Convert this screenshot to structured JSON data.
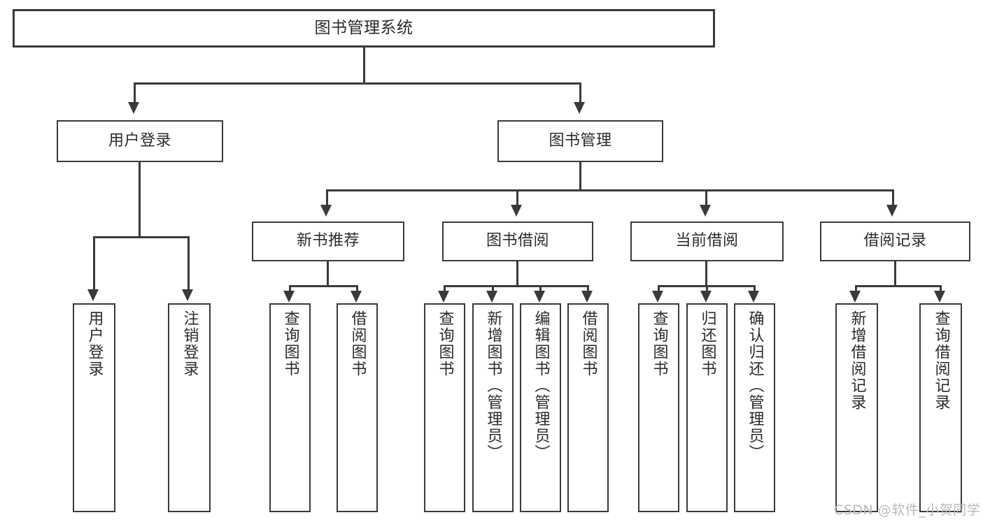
{
  "diagram": {
    "title": "图书管理系统",
    "type": "tree",
    "root": {
      "label": "图书管理系统"
    },
    "level2": [
      {
        "label": "用户登录"
      },
      {
        "label": "图书管理"
      }
    ],
    "level3": [
      {
        "label": "新书推荐"
      },
      {
        "label": "图书借阅"
      },
      {
        "label": "当前借阅"
      },
      {
        "label": "借阅记录"
      }
    ],
    "leaves": {
      "user_login": [
        {
          "label": "用户登录"
        },
        {
          "label": "注销登录"
        }
      ],
      "new_book_recommend": [
        {
          "label": "查询图书"
        },
        {
          "label": "借阅图书"
        }
      ],
      "book_borrow": [
        {
          "label": "查询图书"
        },
        {
          "label": "新增图书（管理员）"
        },
        {
          "label": "编辑图书（管理员）"
        },
        {
          "label": "借阅图书"
        }
      ],
      "current_borrow": [
        {
          "label": "查询图书"
        },
        {
          "label": "归还图书"
        },
        {
          "label": "确认归还（管理员）"
        }
      ],
      "borrow_record": [
        {
          "label": "新增借阅记录"
        },
        {
          "label": "查询借阅记录"
        }
      ]
    }
  },
  "watermark": {
    "text": "CSDN @软件_小贺同学"
  },
  "colors": {
    "line": "#3a3a3a",
    "text": "#2b2b2b",
    "background": "#ffffff",
    "watermark": "#b9b9b9"
  }
}
